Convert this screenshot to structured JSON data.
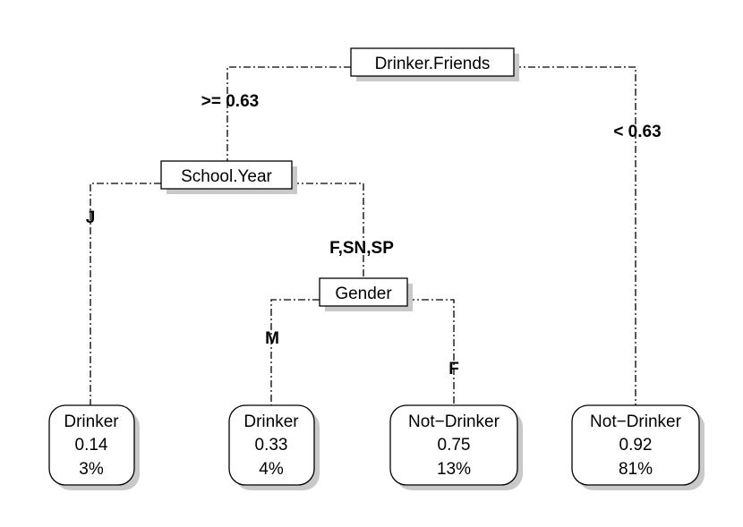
{
  "split_nodes": {
    "root": "Drinker.Friends",
    "school_year": "School.Year",
    "gender": "Gender"
  },
  "edge_labels": {
    "root_left": ">= 0.63",
    "root_right": "< 0.63",
    "school_year_left": "J",
    "school_year_right": "F,SN,SP",
    "gender_left": "M",
    "gender_right": "F"
  },
  "leaves": [
    {
      "class": "Drinker",
      "prob": "0.14",
      "pct": "3%"
    },
    {
      "class": "Drinker",
      "prob": "0.33",
      "pct": "4%"
    },
    {
      "class": "Not−Drinker",
      "prob": "0.75",
      "pct": "13%"
    },
    {
      "class": "Not−Drinker",
      "prob": "0.92",
      "pct": "81%"
    }
  ]
}
